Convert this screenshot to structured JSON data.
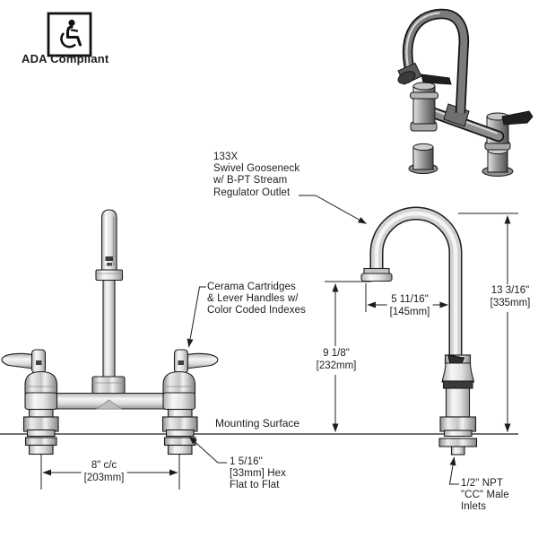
{
  "ada": {
    "label": "ADA Compliant",
    "icon": "wheelchair"
  },
  "callouts": {
    "spout": [
      "133X",
      "Swivel Gooseneck",
      "w/ B-PT Stream",
      "Regulator Outlet"
    ],
    "cartridges": [
      "Cerama Cartridges",
      "& Lever Handles w/",
      "Color Coded Indexes"
    ],
    "mounting_surface": "Mounting Surface",
    "hex_nut": [
      "1 5/16\"",
      "[33mm] Hex",
      "Flat to Flat"
    ],
    "inlets": [
      "1/2\" NPT",
      "\"CC\" Male",
      "Inlets"
    ]
  },
  "dimensions": {
    "spread": {
      "imperial": "8\" c/c",
      "metric": "[203mm]"
    },
    "reach": {
      "imperial": "5 11/16\"",
      "metric": "[145mm]"
    },
    "total_height": {
      "imperial": "13 3/16\"",
      "metric": "[335mm]"
    },
    "outlet_height": {
      "imperial": "9 1/8\"",
      "metric": "[232mm]"
    }
  },
  "colors": {
    "line": "#1c1c1c",
    "metal_light": "#f2f2f2",
    "metal_mid": "#cfcfcf",
    "metal_dark": "#8f8f8f",
    "background": "#ffffff"
  }
}
